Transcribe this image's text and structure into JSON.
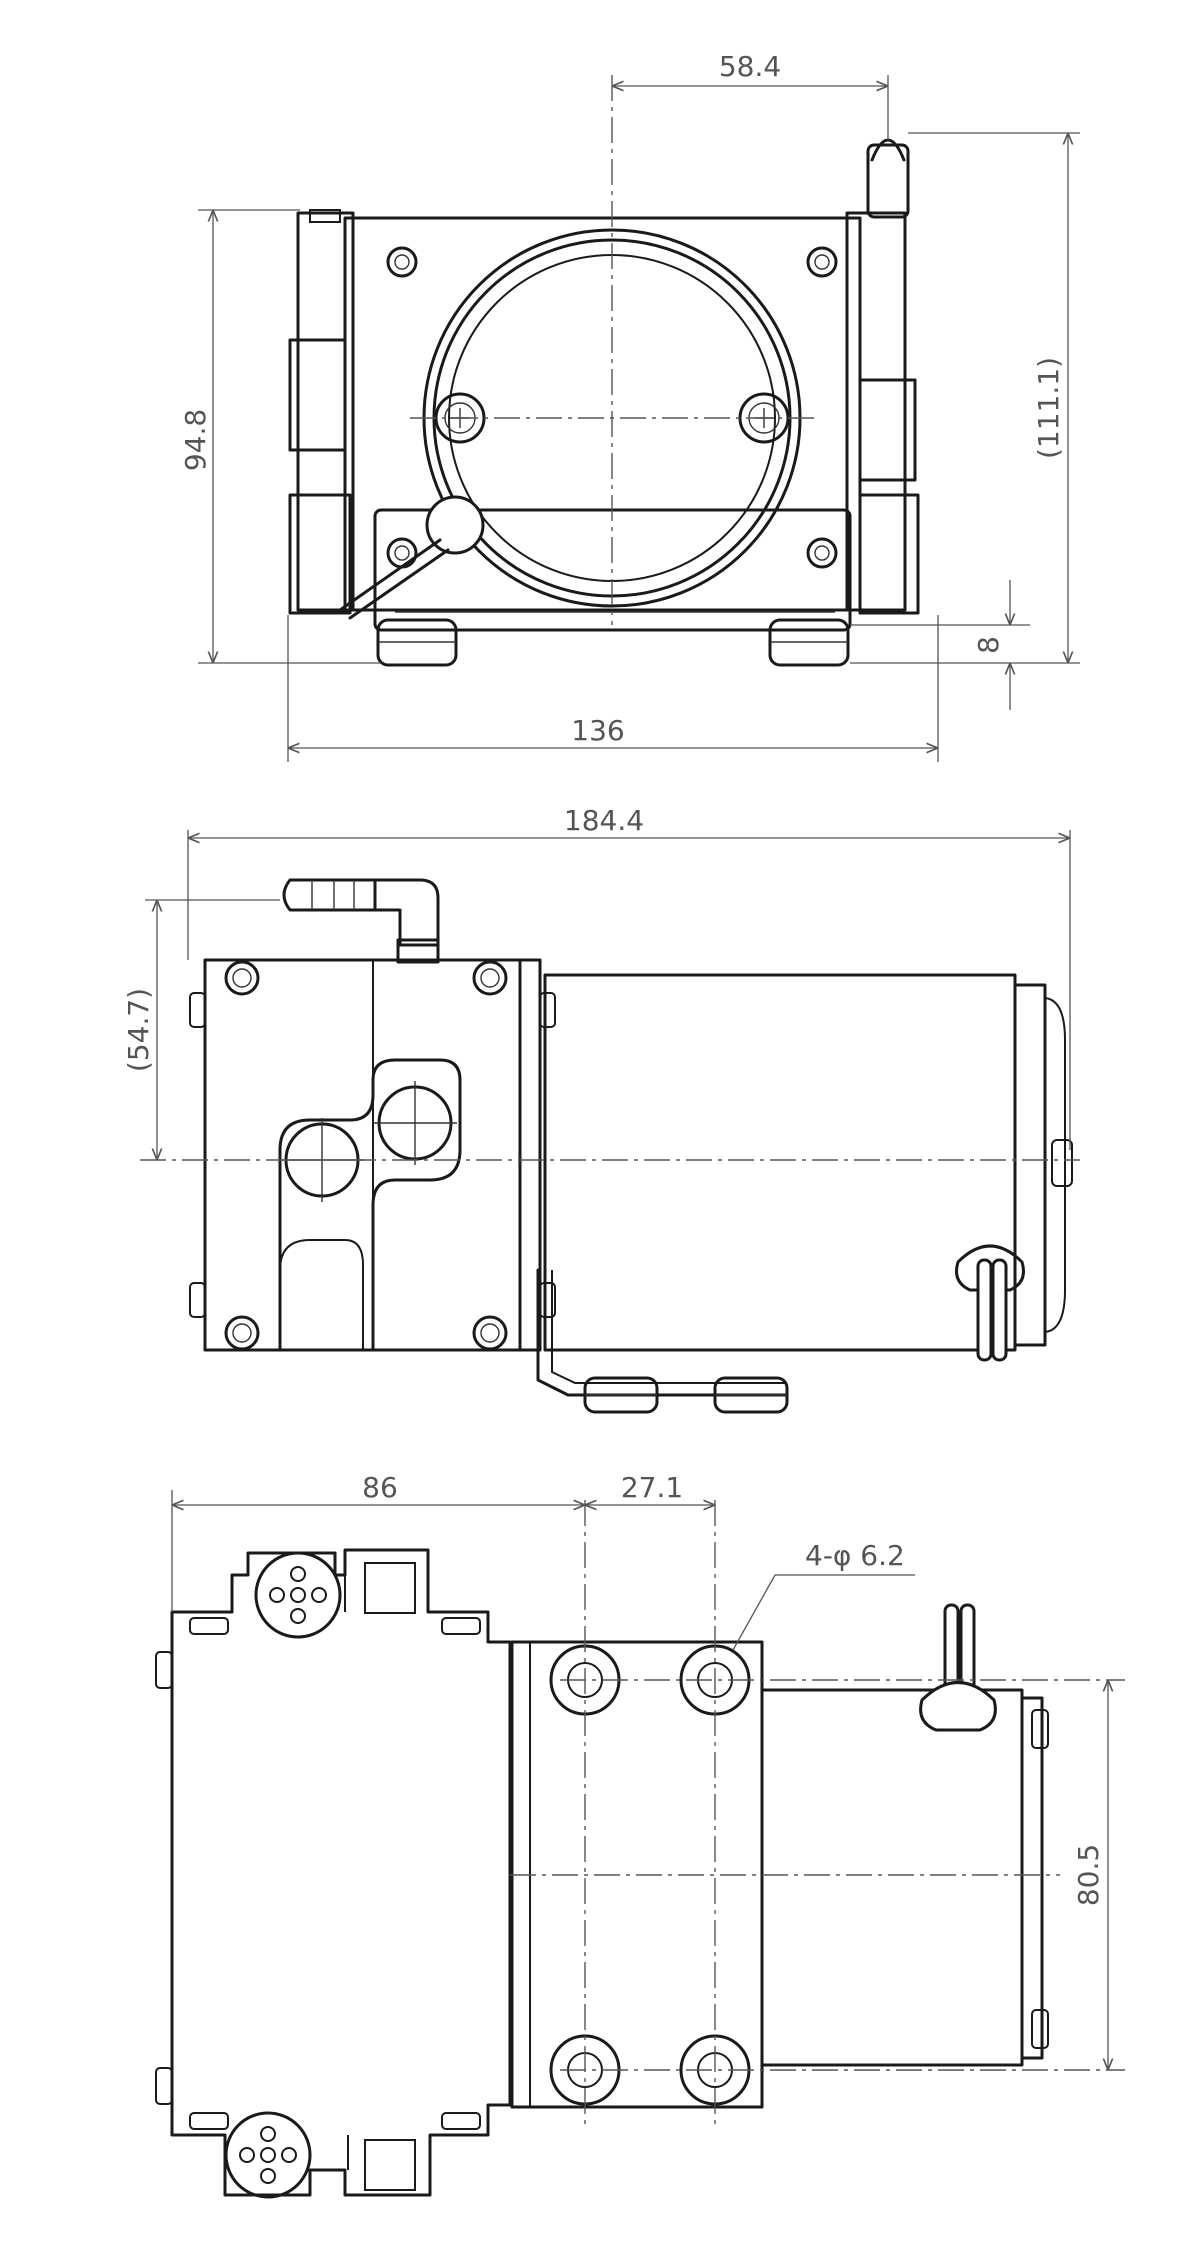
{
  "dimensions": {
    "front_center_offset": "58.4",
    "front_height": "94.8",
    "front_total_height": "(111.1)",
    "front_base_height": "8",
    "front_width": "136",
    "side_length": "184.4",
    "side_port_height": "(54.7)",
    "top_head_length": "86",
    "top_hole_pitch": "27.1",
    "top_hole_spec": "4-φ 6.2",
    "top_hole_span": "80.5"
  },
  "colors": {
    "line": "#1a1a1a",
    "dimension": "#555555",
    "background": "#ffffff"
  }
}
